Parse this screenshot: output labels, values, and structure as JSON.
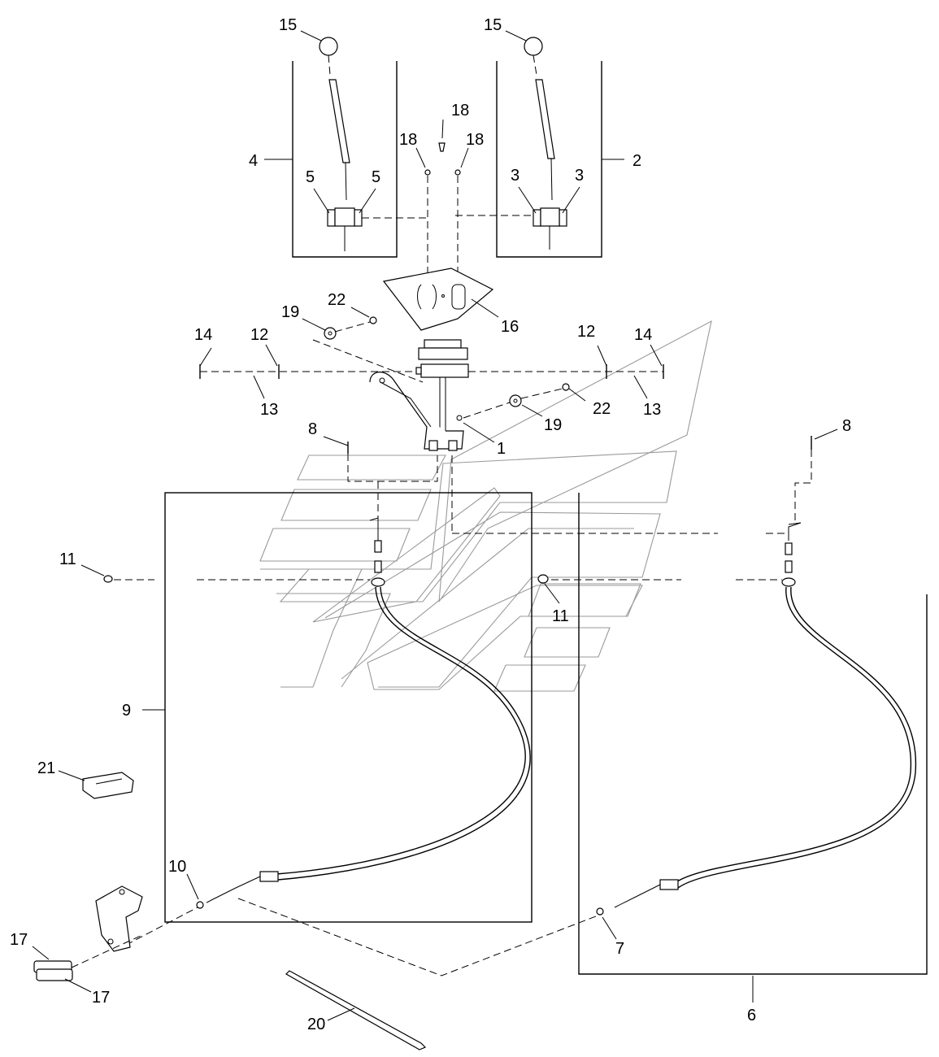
{
  "callouts": [
    {
      "id": "c15a",
      "text": "15"
    },
    {
      "id": "c15b",
      "text": "15"
    },
    {
      "id": "c18a",
      "text": "18"
    },
    {
      "id": "c18b",
      "text": "18"
    },
    {
      "id": "c18c",
      "text": "18"
    },
    {
      "id": "c4",
      "text": "4"
    },
    {
      "id": "c2",
      "text": "2"
    },
    {
      "id": "c5a",
      "text": "5"
    },
    {
      "id": "c5b",
      "text": "5"
    },
    {
      "id": "c3a",
      "text": "3"
    },
    {
      "id": "c3b",
      "text": "3"
    },
    {
      "id": "c22a",
      "text": "22"
    },
    {
      "id": "c19a",
      "text": "19"
    },
    {
      "id": "c16",
      "text": "16"
    },
    {
      "id": "c14a",
      "text": "14"
    },
    {
      "id": "c12a",
      "text": "12"
    },
    {
      "id": "c12b",
      "text": "12"
    },
    {
      "id": "c14b",
      "text": "14"
    },
    {
      "id": "c13a",
      "text": "13"
    },
    {
      "id": "c13b",
      "text": "13"
    },
    {
      "id": "c19b",
      "text": "19"
    },
    {
      "id": "c22b",
      "text": "22"
    },
    {
      "id": "c1",
      "text": "1"
    },
    {
      "id": "c8a",
      "text": "8"
    },
    {
      "id": "c8b",
      "text": "8"
    },
    {
      "id": "c11a",
      "text": "11"
    },
    {
      "id": "c11b",
      "text": "11"
    },
    {
      "id": "c9",
      "text": "9"
    },
    {
      "id": "c21",
      "text": "21"
    },
    {
      "id": "c10",
      "text": "10"
    },
    {
      "id": "c7",
      "text": "7"
    },
    {
      "id": "c17a",
      "text": "17"
    },
    {
      "id": "c17b",
      "text": "17"
    },
    {
      "id": "c20",
      "text": "20"
    },
    {
      "id": "c6",
      "text": "6"
    }
  ]
}
